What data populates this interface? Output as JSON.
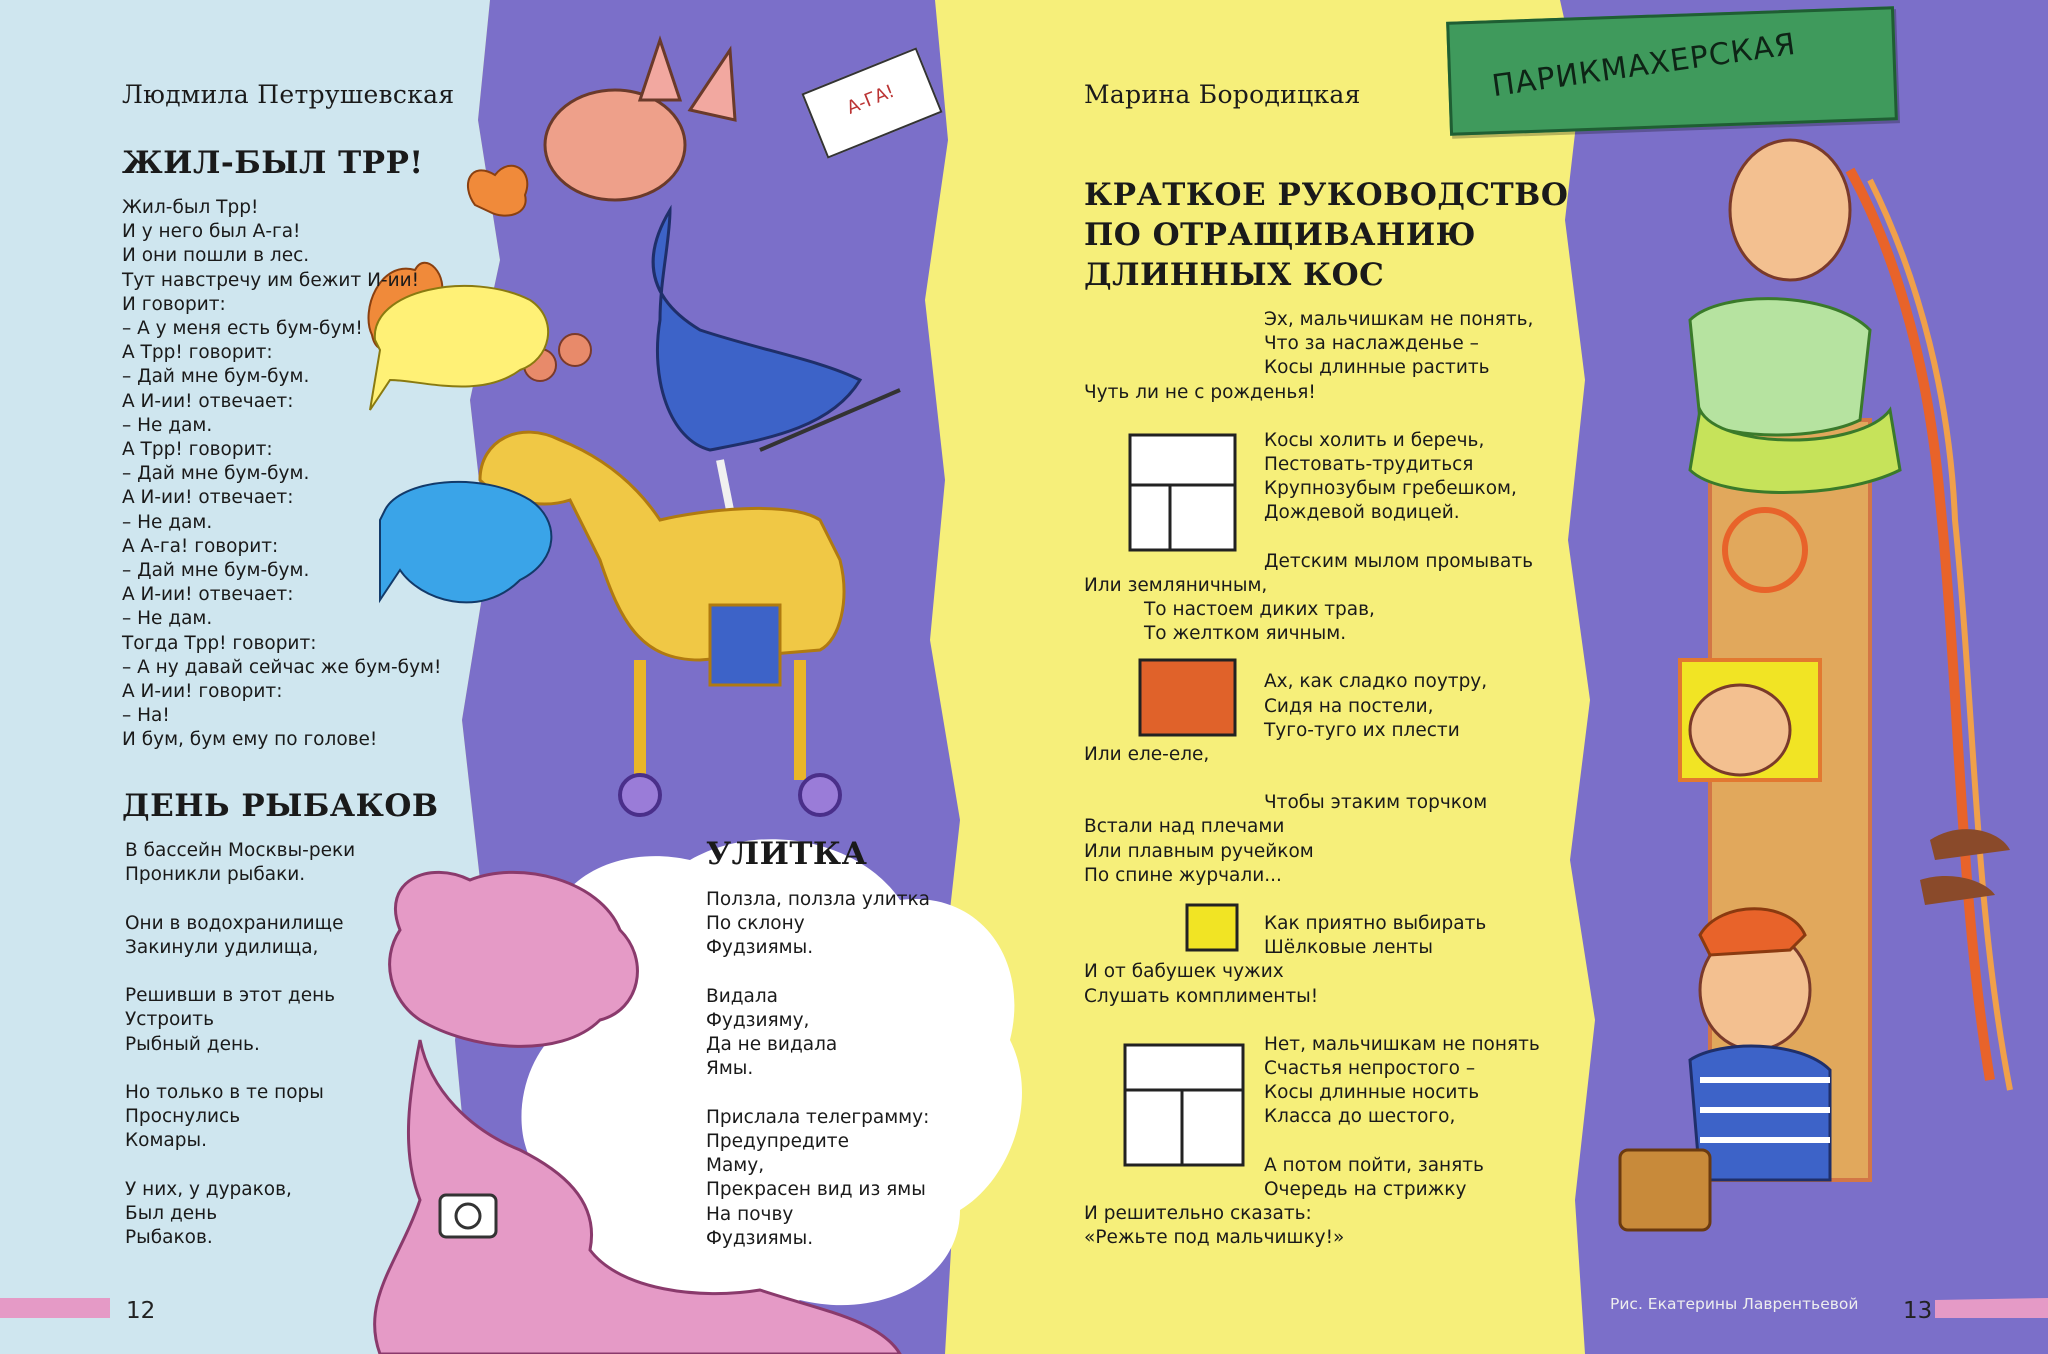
{
  "left_page": {
    "author": "Людмила Петрушевская",
    "poem1": {
      "title": "ЖИЛ-БЫЛ ТРР!",
      "lines": [
        "Жил-был Трр!",
        "И у него был А-га!",
        "И они пошли в лес.",
        "Тут навстречу им бежит И-ии!",
        "И говорит:",
        "– А у меня есть бум-бум!",
        "А Трр! говорит:",
        "– Дай мне бум-бум.",
        "А И-ии! отвечает:",
        "– Не дам.",
        "А Трр! говорит:",
        "– Дай мне бум-бум.",
        "А И-ии! отвечает:",
        "– Не дам.",
        "А А-га! говорит:",
        "– Дай мне бум-бум.",
        "А И-ии! отвечает:",
        "– Не дам.",
        "Тогда Трр! говорит:",
        "– А ну давай сейчас же бум-бум!",
        "А И-ии! говорит:",
        "– На!",
        "И бум, бум ему по голове!"
      ]
    },
    "poem2": {
      "title": "ДЕНЬ РЫБАКОВ",
      "lines": [
        "В бассейн Москвы-реки",
        "Проникли рыбаки.",
        "",
        "Они в водохранилище",
        "Закинули удилища,",
        "",
        "Решивши в этот день",
        "Устроить",
        "Рыбный день.",
        "",
        "Но только в те поры",
        "Проснулись",
        "Комары.",
        "",
        "У них, у дураков,",
        "Был день",
        "Рыбаков."
      ]
    },
    "poem3": {
      "title": "УЛИТКА",
      "lines": [
        "Ползла, ползла улитка",
        "По склону",
        "Фудзиямы.",
        "",
        "Видала",
        "Фудзияму,",
        "Да не видала",
        "Ямы.",
        "",
        "Прислала телеграмму:",
        "Предупредите",
        "Маму,",
        "Прекрасен вид из ямы",
        "На почву",
        "Фудзиямы."
      ]
    },
    "flag_text": "А-ГА!",
    "page_number": "12"
  },
  "right_page": {
    "author": "Марина Бородицкая",
    "sign_text": "ПАРИКМАХЕРСКАЯ",
    "title": [
      "КРАТКОЕ РУКОВОДСТВО",
      "ПО ОТРАЩИВАНИЮ",
      "ДЛИННЫХ КОС"
    ],
    "stanzas": [
      {
        "indent": [
          "Эх, мальчишкам не понять,",
          "Что за наслажденье –",
          "Косы длинные растить"
        ],
        "outdent": [
          "Чуть ли не с рожденья!"
        ]
      },
      {
        "indent": [
          "Косы холить и беречь,",
          "Пестовать-трудиться",
          "Крупнозубым гребешком,",
          "Дождевой водицей."
        ]
      },
      {
        "indent": [
          "Детским мылом промывать"
        ],
        "outdent": [
          "Или земляничным,"
        ],
        "mid": [
          "То настоем диких трав,",
          "То желтком яичным."
        ]
      },
      {
        "indent": [
          "Ах, как сладко поутру,",
          "Сидя на постели,",
          "Туго-туго их плести"
        ],
        "outdent": [
          "Или еле-еле,"
        ]
      },
      {
        "indent": [
          "Чтобы этаким торчком"
        ],
        "outdent": [
          "Встали над плечами",
          "Или плавным ручейком",
          "По спине журчали..."
        ]
      },
      {
        "indent": [
          "Как приятно выбирать",
          "Шёлковые ленты"
        ],
        "outdent": [
          "И от бабушек чужих",
          "Слушать комплименты!"
        ]
      },
      {
        "indent": [
          "Нет, мальчишкам не понять",
          "Счастья непростого –",
          "Косы длинные носить",
          "Класса до шестого,"
        ]
      },
      {
        "indent": [
          "А потом пойти, занять",
          "Очередь на стрижку"
        ],
        "outdent": [
          "И решительно сказать:",
          "«Режьте под мальчишку!»"
        ]
      }
    ],
    "credit": "Рис. Екатерины Лаврентьевой",
    "page_number": "13"
  },
  "colors": {
    "light_blue": "#cfe6ef",
    "purple": "#7b6fc9",
    "yellow": "#f6ef7a",
    "pink": "#e59ac6",
    "orange_box": "#e0622a",
    "yellow_box": "#f1e424",
    "sign_green": "#3f9a5c"
  }
}
